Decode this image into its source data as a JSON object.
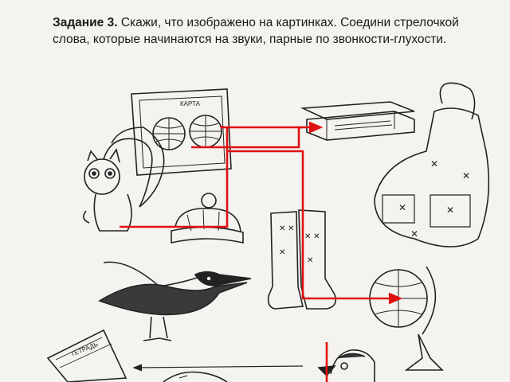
{
  "task": {
    "label": "Задание 3.",
    "text": "Скажи, что изображено на картинках. Соедини стрелочкой слова, которые начинаются на звуки, парные по звонкости-глухости."
  },
  "pictures": {
    "map_caption": "КАРТА",
    "notebook_caption": "ТЕТРАДЬ",
    "items": [
      "map-icon",
      "pencil-case-icon",
      "squirrel-icon",
      "hat-icon",
      "boots-icon",
      "apron-icon",
      "magpie-icon",
      "globe-icon",
      "notebook-icon",
      "fish-icon",
      "bird-head-icon"
    ]
  },
  "colors": {
    "arrow": "#e01010",
    "ink": "#222222",
    "paper": "#f4f3ef"
  }
}
